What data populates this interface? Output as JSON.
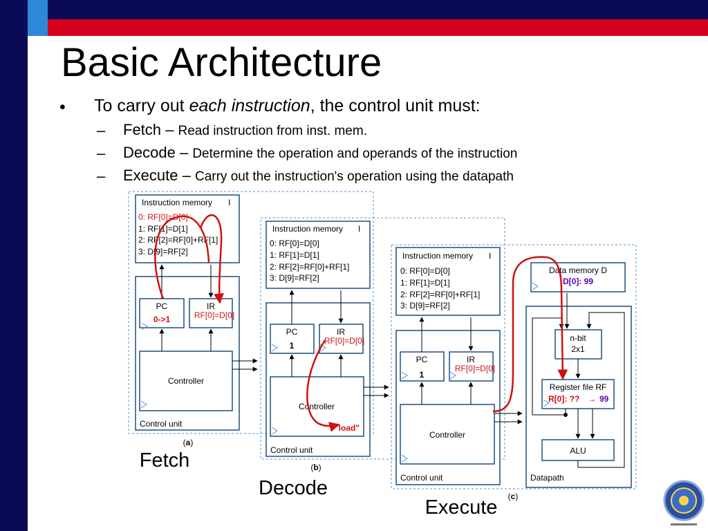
{
  "slide": {
    "title": "Basic Architecture",
    "bullet": {
      "marker": "•",
      "prefix": "To carry out ",
      "emph": "each instruction",
      "suffix": ", the control unit must:"
    },
    "subitems": [
      {
        "marker": "–",
        "term": "Fetch",
        "sep": " – ",
        "desc": "Read instruction from inst. mem."
      },
      {
        "marker": "–",
        "term": "Decode",
        "sep": " – ",
        "desc": "Determine the operation and operands of the instruction"
      },
      {
        "marker": "–",
        "term": "Execute",
        "sep": " – ",
        "desc": "Carry out the instruction's operation using the datapath"
      }
    ]
  },
  "diagram": {
    "imem_label": "Instruction memory",
    "imem_symbol": "I",
    "program": [
      "0: RF[0]=D[0]",
      "1: RF[1]=D[1]",
      "2: RF[2]=RF[0]+RF[1]",
      "3: D[9]=RF[2]"
    ],
    "pc_label": "PC",
    "ir_label": "IR",
    "ir_value": "RF[0]=D[0]",
    "controller_label": "Controller",
    "control_unit_label": "Control unit",
    "panels": [
      {
        "pc_value": "0->1",
        "caption_letter": "a",
        "stage": "Fetch"
      },
      {
        "pc_value": "1",
        "state": "\"load\"",
        "caption_letter": "b",
        "stage": "Decode"
      },
      {
        "pc_value": "1",
        "caption_letter": "c",
        "stage": "Execute"
      }
    ],
    "datapath": {
      "dmem_label": "Data memory D",
      "dmem_value": "D[0]: 99",
      "mux_label_1": "n-bit",
      "mux_label_2": "2x1",
      "rf_label": "Register file RF",
      "rf_value": "R[0]: ??",
      "rf_arrow": "→",
      "rf_new": "99",
      "alu_label": "ALU",
      "datapath_label": "Datapath"
    }
  },
  "colors": {
    "navy": "#0b0b55",
    "red": "#d6001c",
    "blue": "#2d88d8",
    "highlight": "#d01010",
    "purple": "#5a00b0"
  }
}
